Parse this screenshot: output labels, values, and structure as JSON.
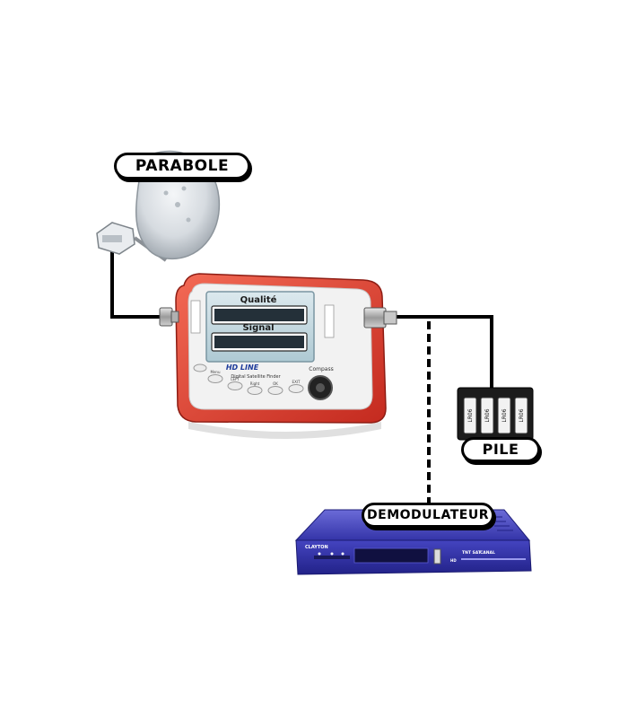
{
  "labels": {
    "parabole": "PARABOLE",
    "pile": "PILE",
    "demodulateur": "DEMODULATEUR"
  },
  "finder": {
    "quality_label": "Qualité",
    "signal_label": "Signal",
    "brand": "HD LINE",
    "subtitle": "Digital Satellite Finder",
    "compass_label": "Compass",
    "buttons": [
      "Menu",
      "LEFT",
      "Right",
      "OK",
      "EXIT"
    ]
  },
  "battery": {
    "cell_label": "LR06",
    "cell_count": 4
  },
  "receiver": {
    "brand": "CLAYTON",
    "badge_tnt": "TNT SAT",
    "badge_canal": "CANAL",
    "badge_hd": "HD"
  },
  "colors": {
    "finder_body": "#e63b2e",
    "finder_screen": "#c5dbe3",
    "receiver_body": "#3a3ab8",
    "cable": "#000000"
  }
}
